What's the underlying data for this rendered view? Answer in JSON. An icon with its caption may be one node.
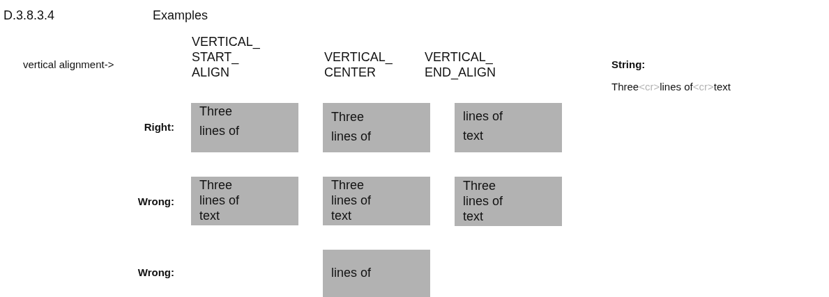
{
  "diagram": {
    "nodes": [
      {
        "text": [
          "Three lines of"
        ]
      },
      {
        "text": [
          "Three lines of"
        ]
      },
      {
        "text": [
          "lines of text"
        ]
      },
      {
        "text": [
          "Three lines of text"
        ]
      },
      {
        "text": [
          "Three lines of text"
        ]
      },
      {
        "text": [
          "Three lines of text"
        ]
      },
      {
        "text": [
          "lines of"
        ]
      }
    ],
    "labels": [
      "D.3.8.3.4",
      "Examples",
      "VERTICAL_ START_ ALIGN",
      "vertical alignment->",
      "VERTICAL_ CENTER",
      "VERTICAL_ END_ALIGN",
      "String:",
      "Three",
      "<cr>",
      "lines of",
      "<cr>",
      "text",
      "Right:",
      "Wrong:",
      "Wrong:"
    ]
  }
}
